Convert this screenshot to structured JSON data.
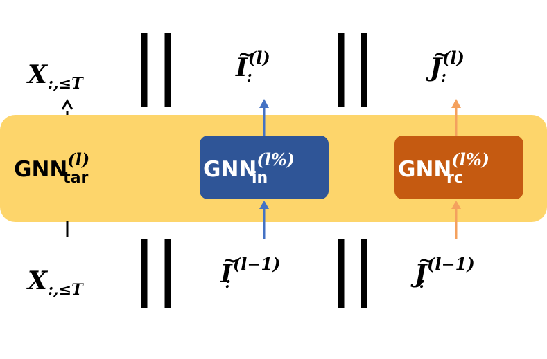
{
  "colors": {
    "band": "#FDD56B",
    "gnn_in_box": "#2F5597",
    "gnn_rc_box": "#C55A11",
    "arrow_in": "#4472C4",
    "arrow_rc": "#F4A15E",
    "arrow_tar": "#000000",
    "separator": "#000000"
  },
  "blocks": {
    "tar": {
      "base": "GNN",
      "sup": "(l)",
      "sub": "tar"
    },
    "in": {
      "base": "GNN",
      "sup": "(l%)",
      "sub": "in"
    },
    "rc": {
      "base": "GNN",
      "sup": "(l%)",
      "sub": "rc"
    }
  },
  "top_labels": {
    "x": {
      "base": "X",
      "sub": ":,≤T"
    },
    "i": {
      "base": "I",
      "sup": "(l)",
      "sub": ":"
    },
    "j": {
      "base": "J",
      "sup": "(l)",
      "sub": ":"
    }
  },
  "bottom_labels": {
    "x": {
      "base": "X",
      "sub": ":,≤T"
    },
    "i": {
      "base": "I",
      "sup": "(l−1)",
      "sub": ":"
    },
    "j": {
      "base": "J",
      "sup": "(l−1)",
      "sub": ":"
    }
  }
}
